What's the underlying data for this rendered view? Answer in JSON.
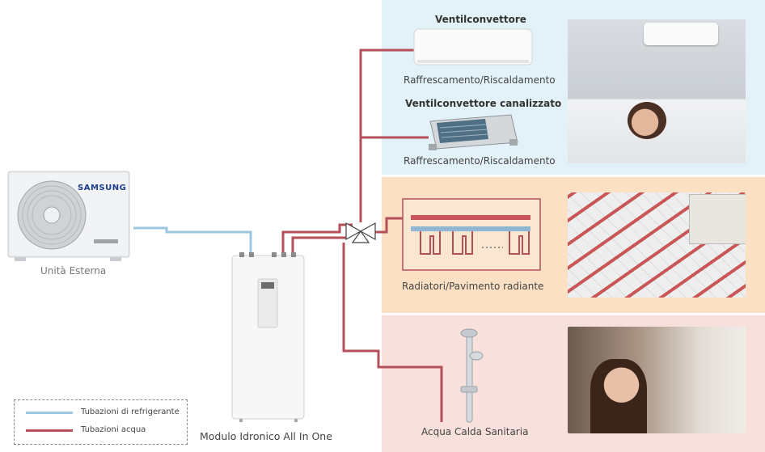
{
  "outdoor_unit": {
    "brand": "SAMSUNG",
    "label": "Unità Esterna"
  },
  "indoor_module": {
    "label": "Modulo Idronico All In One"
  },
  "fan_coil": {
    "title": "Ventilconvettore",
    "mode": "Raffrescamento/Riscaldamento"
  },
  "ducted_fan_coil": {
    "title": "Ventilconvettore canalizzato",
    "mode": "Raffrescamento/Riscaldamento"
  },
  "radiant": {
    "label": "Radiatori/Pavimento radiante"
  },
  "hot_water": {
    "label": "Acqua Calda Sanitaria"
  },
  "legend": {
    "refrigerant": {
      "label": "Tubazioni di refrigerante",
      "color": "#9cc7df"
    },
    "water": {
      "label": "Tubazioni acqua",
      "color": "#b5505a"
    }
  },
  "colors": {
    "panel_cooling": "#e3f1f8",
    "panel_heating": "#fbe0c4",
    "panel_dhw": "#f8e1dc"
  }
}
